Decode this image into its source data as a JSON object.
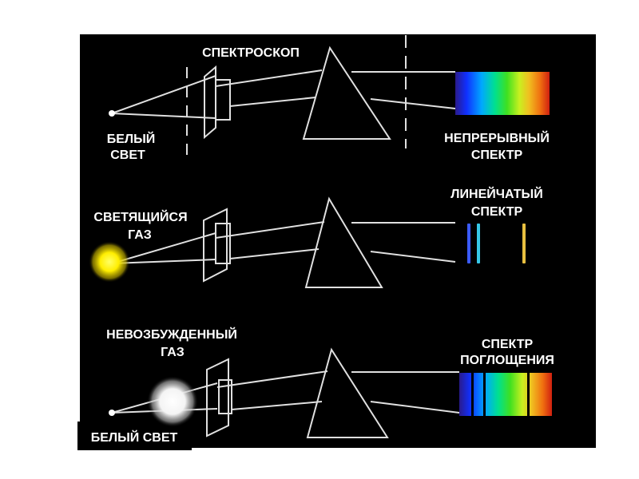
{
  "labels": {
    "spectroscope": "СПЕКТРОСКОП",
    "white_light_1": "БЕЛЫЙ",
    "white_light_2": "СВЕТ",
    "continuous_1": "НЕПРЕРЫВНЫЙ",
    "continuous_2": "СПЕКТР",
    "glowing_gas_1": "СВЕТЯЩИЙСЯ",
    "glowing_gas_2": "ГАЗ",
    "line_spectrum_1": "ЛИНЕЙЧАТЫЙ",
    "line_spectrum_2": "СПЕКТР",
    "unexcited_gas_1": "НЕВОЗБУЖДЕННЫЙ",
    "unexcited_gas_2": "ГАЗ",
    "absorption_1": "СПЕКТР",
    "absorption_2": "ПОГЛОЩЕНИЯ",
    "white_light_bottom": "БЕЛЫЙ СВЕТ"
  },
  "colors": {
    "background": "#000000",
    "line": "#e0e0e0",
    "glowing_gas": "#ffee00",
    "unexcited_gas": "#ffffff",
    "emission_lines": [
      "#3b5bff",
      "#37c8e8",
      "#e8c040"
    ],
    "spectrum_gradient": [
      "#2a1a8c",
      "#1030ff",
      "#00a8ff",
      "#00e090",
      "#40e020",
      "#c8f020",
      "#f0c020",
      "#f07010",
      "#d02010"
    ]
  }
}
